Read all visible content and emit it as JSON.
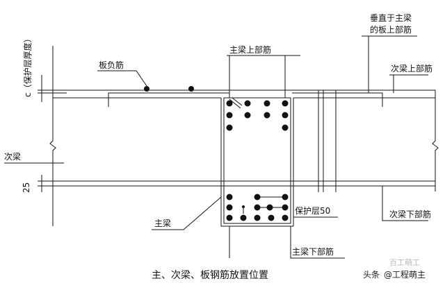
{
  "labels": {
    "cover_thickness": "c（保护层厚度）",
    "slab_negative_bar": "板负筋",
    "main_beam_top_bar": "主梁上部筋",
    "perp_slab_top_line1": "垂直于主梁",
    "perp_slab_top_line2": "的板上部筋",
    "secondary_beam_top_bar": "次梁上部筋",
    "secondary_beam": "次梁",
    "dim_25": "25",
    "main_beam": "主梁",
    "cover_50": "保护层50",
    "secondary_beam_bottom_bar": "次梁下部筋",
    "main_beam_bottom_bar": "主梁下部筋"
  },
  "caption": "主、次梁、板钢筋放置位置",
  "watermark": {
    "prefix": "头条",
    "handle": "@工程萌主",
    "faint": "百工萌工"
  },
  "colors": {
    "ink": "#111111",
    "rebar": "#111111"
  }
}
